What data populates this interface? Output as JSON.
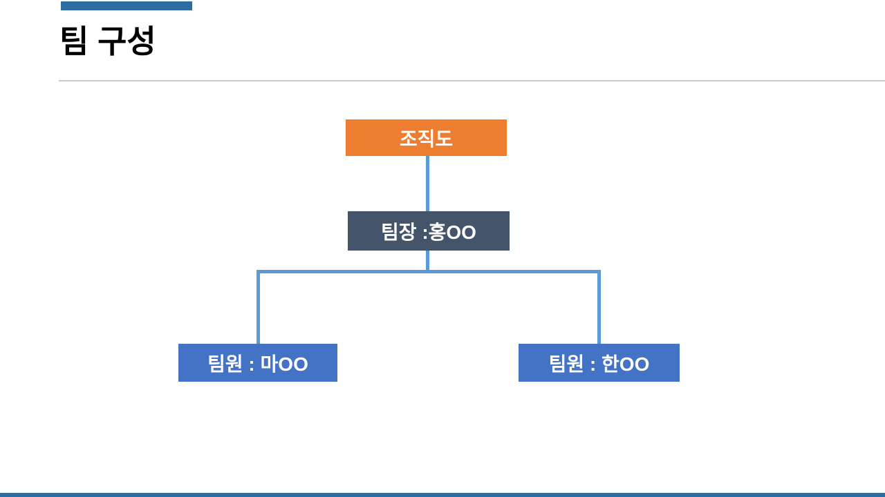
{
  "slide": {
    "title": "팀 구성",
    "background_color": "#FFFFFF",
    "title_color": "#000000",
    "top_accent_bar_color": "#2E6DA4",
    "bottom_accent_bar_color": "#2E6DA4",
    "divider_color": "#C9C9C9"
  },
  "org_chart": {
    "connector_color": "#5B9BD5",
    "root": {
      "label": "조직도",
      "bg_color": "#ED7D31",
      "text_color": "#FFFFFF"
    },
    "leader": {
      "label": "팀장 :홍OO",
      "bg_color": "#44546A",
      "text_color": "#FFFFFF"
    },
    "members": [
      {
        "label": "팀원 : 마OO",
        "bg_color": "#4472C4",
        "text_color": "#FFFFFF"
      },
      {
        "label": "팀원 : 한OO",
        "bg_color": "#4472C4",
        "text_color": "#FFFFFF"
      }
    ]
  }
}
